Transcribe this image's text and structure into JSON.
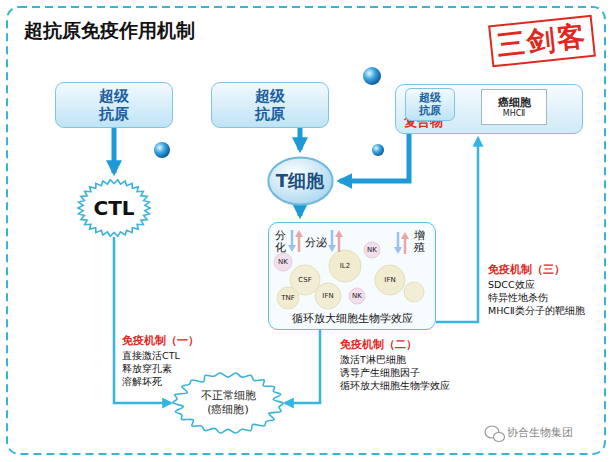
{
  "diagram": {
    "title": "超抗原免疫作用机制",
    "nodes": [
      {
        "text": [
          "超级 抗原"
        ]
      },
      {
        "text": [
          "超级 抗原"
        ]
      },
      {
        "text": [
          "复合物"
        ]
      },
      {
        "text": [
          "超级 抗原"
        ],
        "in": 2
      },
      {
        "text": [
          "癌细胞",
          "MHCⅡ"
        ],
        "in": 2
      },
      {
        "text": [
          "CTL"
        ]
      },
      {
        "text": [
          "T细胞"
        ]
      },
      {
        "text": [
          "循环放大细胞生物学效应"
        ]
      },
      {
        "text": [
          "不正常细胞 (癌细胞)"
        ]
      }
    ],
    "edges": [
      {
        "from": 0,
        "to": 5,
        "arrow": "to"
      },
      {
        "from": 1,
        "to": 6,
        "arrow": "to"
      },
      {
        "from": 2,
        "to": 6,
        "arrow": "to"
      },
      {
        "from": 6,
        "to": 7,
        "arrow": "to"
      },
      {
        "from": 5,
        "to": 8,
        "arrow": "to"
      },
      {
        "from": 7,
        "to": 8,
        "arrow": "to"
      },
      {
        "from": 7,
        "to": 2,
        "arrow": "to"
      }
    ],
    "labels": [
      "三剑客",
      "免疫机制（一）",
      "直接激活CTL",
      "释放穿孔素",
      "溶解坏死",
      "免疫机制（二）",
      "激活T淋巴细胞",
      "诱导产生细胞因子",
      "循环放大细胞生物学效应",
      "免疫机制（三）",
      "SDCC效应",
      "特异性地杀伤",
      "MHCⅡ类分子的靶细胞",
      "分化",
      "分泌",
      "增殖",
      "NK",
      "IL2",
      "CSF",
      "TNF",
      "IFN",
      "NK",
      "IFN",
      "NK",
      "协合生物集团"
    ]
  }
}
